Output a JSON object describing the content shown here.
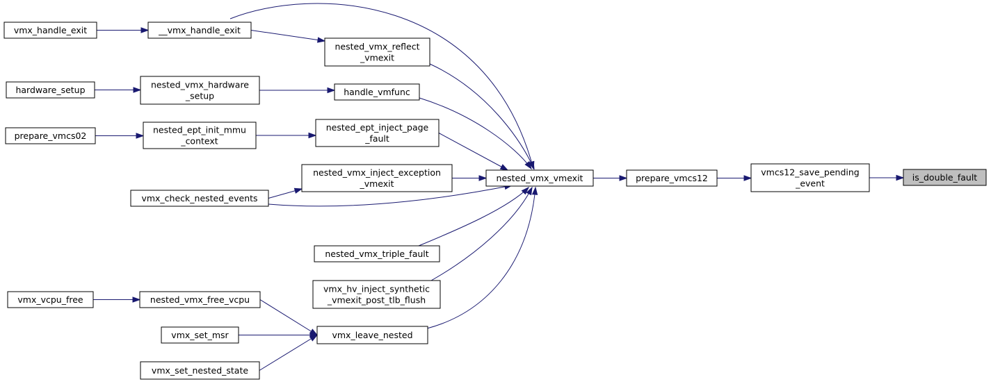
{
  "colors": {
    "edge": "#191970",
    "current_node_fill": "#bfbfbf",
    "node_border": "#000000"
  },
  "nodes": {
    "vmx_handle_exit": [
      "vmx_handle_exit"
    ],
    "__vmx_handle_exit": [
      "__vmx_handle_exit"
    ],
    "nested_vmx_reflect_vmexit": [
      "nested_vmx_reflect",
      "_vmexit"
    ],
    "hardware_setup": [
      "hardware_setup"
    ],
    "nested_vmx_hardware_setup": [
      "nested_vmx_hardware",
      "_setup"
    ],
    "handle_vmfunc": [
      "handle_vmfunc"
    ],
    "prepare_vmcs02": [
      "prepare_vmcs02"
    ],
    "nested_ept_init_mmu_context": [
      "nested_ept_init_mmu",
      "_context"
    ],
    "nested_ept_inject_page_fault": [
      "nested_ept_inject_page",
      "_fault"
    ],
    "nested_vmx_inject_exception_vmexit": [
      "nested_vmx_inject_exception",
      "_vmexit"
    ],
    "vmx_check_nested_events": [
      "vmx_check_nested_events"
    ],
    "nested_vmx_vmexit": [
      "nested_vmx_vmexit"
    ],
    "prepare_vmcs12": [
      "prepare_vmcs12"
    ],
    "vmcs12_save_pending_event": [
      "vmcs12_save_pending",
      "_event"
    ],
    "is_double_fault": [
      "is_double_fault"
    ],
    "nested_vmx_triple_fault": [
      "nested_vmx_triple_fault"
    ],
    "vmx_hv_inject_synthetic_vmexit_post_tlb_flush": [
      "vmx_hv_inject_synthetic",
      "_vmexit_post_tlb_flush"
    ],
    "vmx_vcpu_free": [
      "vmx_vcpu_free"
    ],
    "nested_vmx_free_vcpu": [
      "nested_vmx_free_vcpu"
    ],
    "vmx_set_msr": [
      "vmx_set_msr"
    ],
    "vmx_leave_nested": [
      "vmx_leave_nested"
    ],
    "vmx_set_nested_state": [
      "vmx_set_nested_state"
    ]
  },
  "current_node": "is_double_fault",
  "edges": [
    [
      "vmx_handle_exit",
      "__vmx_handle_exit"
    ],
    [
      "__vmx_handle_exit",
      "nested_vmx_reflect_vmexit"
    ],
    [
      "__vmx_handle_exit",
      "nested_vmx_vmexit"
    ],
    [
      "nested_vmx_reflect_vmexit",
      "nested_vmx_vmexit"
    ],
    [
      "hardware_setup",
      "nested_vmx_hardware_setup"
    ],
    [
      "nested_vmx_hardware_setup",
      "handle_vmfunc"
    ],
    [
      "handle_vmfunc",
      "nested_vmx_vmexit"
    ],
    [
      "prepare_vmcs02",
      "nested_ept_init_mmu_context"
    ],
    [
      "nested_ept_init_mmu_context",
      "nested_ept_inject_page_fault"
    ],
    [
      "nested_ept_inject_page_fault",
      "nested_vmx_vmexit"
    ],
    [
      "vmx_check_nested_events",
      "nested_vmx_inject_exception_vmexit"
    ],
    [
      "nested_vmx_inject_exception_vmexit",
      "nested_vmx_vmexit"
    ],
    [
      "vmx_check_nested_events",
      "nested_vmx_vmexit"
    ],
    [
      "nested_vmx_triple_fault",
      "nested_vmx_vmexit"
    ],
    [
      "vmx_hv_inject_synthetic_vmexit_post_tlb_flush",
      "nested_vmx_vmexit"
    ],
    [
      "vmx_leave_nested",
      "nested_vmx_vmexit"
    ],
    [
      "vmx_vcpu_free",
      "nested_vmx_free_vcpu"
    ],
    [
      "nested_vmx_free_vcpu",
      "vmx_leave_nested"
    ],
    [
      "vmx_set_msr",
      "vmx_leave_nested"
    ],
    [
      "vmx_set_nested_state",
      "vmx_leave_nested"
    ],
    [
      "nested_vmx_vmexit",
      "prepare_vmcs12"
    ],
    [
      "prepare_vmcs12",
      "vmcs12_save_pending_event"
    ],
    [
      "vmcs12_save_pending_event",
      "is_double_fault"
    ]
  ]
}
